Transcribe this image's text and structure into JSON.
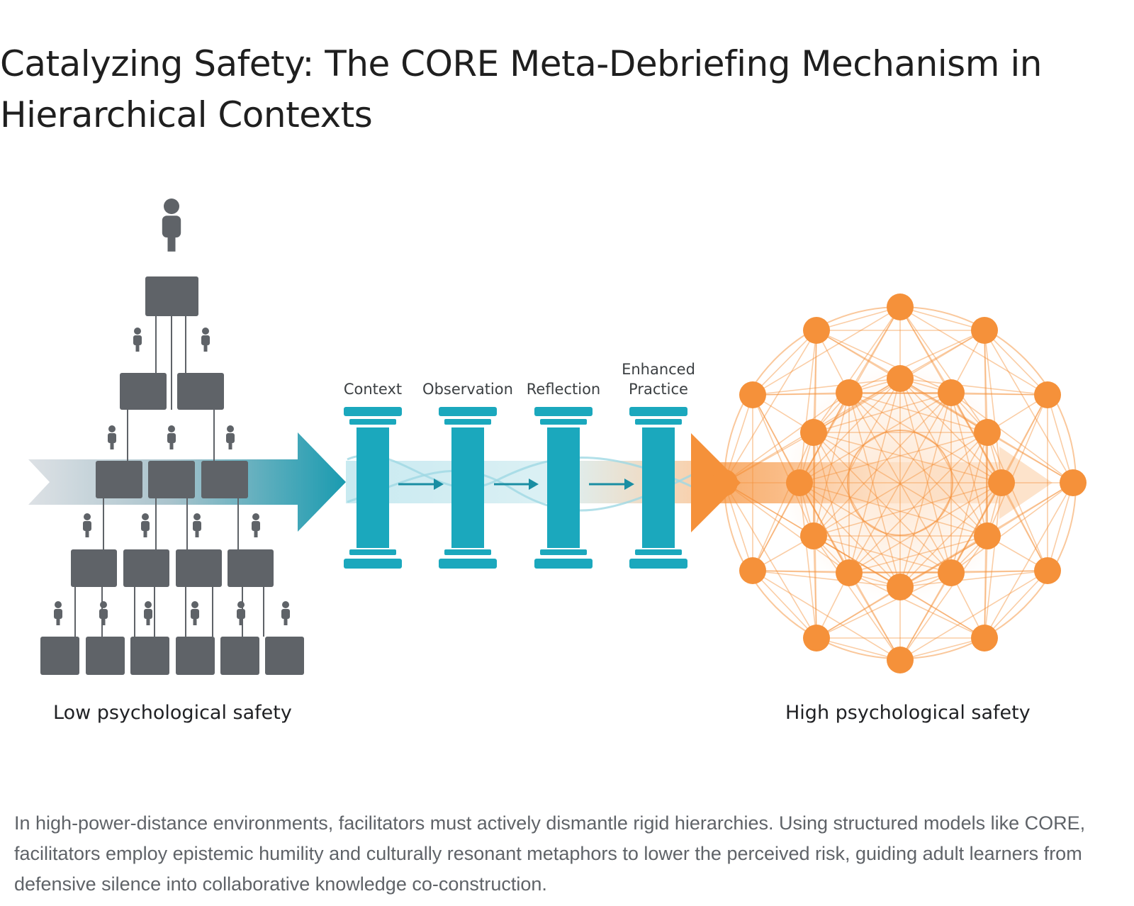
{
  "title": "Catalyzing Safety: The CORE Meta-Debriefing Mechanism in Hierarchical Contexts",
  "diagram": {
    "left_label": "Low psychological safety",
    "right_label": "High psychological safety",
    "stages": [
      {
        "lines": [
          "Context"
        ]
      },
      {
        "lines": [
          "Observation"
        ]
      },
      {
        "lines": [
          "Reflection"
        ]
      },
      {
        "lines": [
          "Enhanced",
          "Practice"
        ]
      }
    ],
    "colors": {
      "hierarchy": "#5f6368",
      "pillar": "#1ba8bd",
      "network": "#f5913a",
      "arrow_start": "#c9ced3",
      "arrow_teal": "#1a9bb0"
    }
  },
  "caption": "In high-power-distance environments, facilitators must actively dismantle rigid hierarchies. Using structured models like CORE, facilitators employ epistemic humility and culturally resonant metaphors to lower the perceived risk, guiding adult learners from defensive silence into collaborative knowledge co-construction."
}
